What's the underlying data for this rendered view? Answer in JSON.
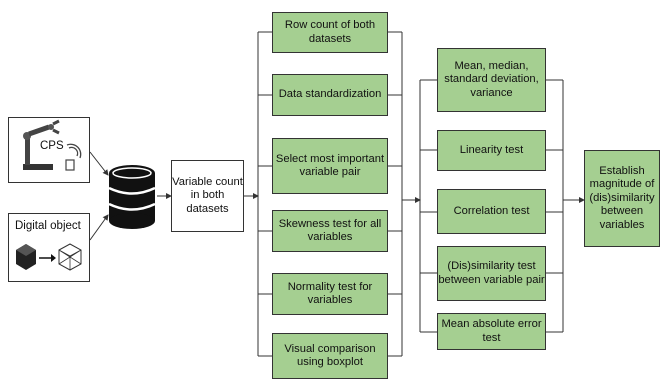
{
  "sources": {
    "cps_label": "CPS",
    "digital_object_label": "Digital object"
  },
  "variable_count": "Variable count in both datasets",
  "column1": [
    "Row count of both datasets",
    "Data standardization",
    "Select most important variable pair",
    "Skewness test for all variables",
    "Normality test for variables",
    "Visual comparison using boxplot"
  ],
  "column2": [
    "Mean, median, standard deviation, variance",
    "Linearity test",
    "Correlation test",
    "(Dis)similarity test between variable pair",
    "Mean absolute error test"
  ],
  "result": "Establish magnitude of (dis)similarity between variables",
  "colors": {
    "box_fill": "#a5cf91",
    "line": "#333333"
  }
}
